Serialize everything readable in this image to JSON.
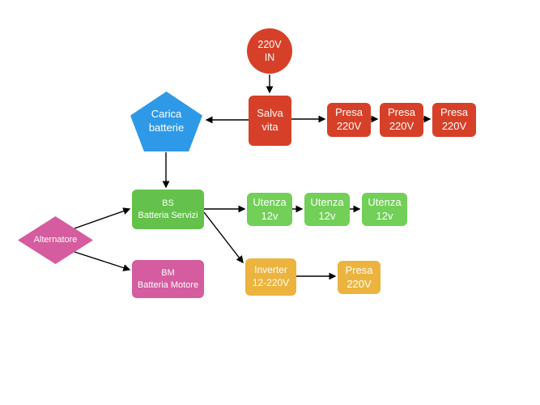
{
  "diagram": {
    "nodes": {
      "input_220v": {
        "label": "220V\nIN",
        "color": "#d74028",
        "shape": "circle"
      },
      "salva_vita": {
        "label": "Salva\nvita",
        "color": "#d74028",
        "shape": "rect"
      },
      "carica_batterie": {
        "label": "Carica\nbatterie",
        "color": "#2e99e7",
        "shape": "pentagon"
      },
      "presa_220v_1": {
        "label": "Presa\n220V",
        "color": "#d74028",
        "shape": "rect"
      },
      "presa_220v_2": {
        "label": "Presa\n220V",
        "color": "#d74028",
        "shape": "rect"
      },
      "presa_220v_3": {
        "label": "Presa\n220V",
        "color": "#d74028",
        "shape": "rect"
      },
      "bs_batteria_servizi": {
        "label": "BS\nBatteria Servizi",
        "color": "#64c24c",
        "shape": "rect"
      },
      "utenza_12v_1": {
        "label": "Utenza\n12v",
        "color": "#72cf58",
        "shape": "rect"
      },
      "utenza_12v_2": {
        "label": "Utenza\n12v",
        "color": "#72cf58",
        "shape": "rect"
      },
      "utenza_12v_3": {
        "label": "Utenza\n12v",
        "color": "#72cf58",
        "shape": "rect"
      },
      "alternatore": {
        "label": "Alternatore",
        "color": "#d45c9f",
        "shape": "diamond"
      },
      "bm_batteria_motore": {
        "label": "BM\nBatteria Motore",
        "color": "#d45c9f",
        "shape": "rect"
      },
      "inverter_12_220v": {
        "label": "Inverter\n12-220V",
        "color": "#ecb43e",
        "shape": "rect"
      },
      "presa_220v_inverter": {
        "label": "Presa\n220V",
        "color": "#ecb43e",
        "shape": "rect"
      }
    },
    "edges": [
      {
        "from": "input_220v",
        "to": "salva_vita"
      },
      {
        "from": "salva_vita",
        "to": "carica_batterie"
      },
      {
        "from": "salva_vita",
        "to": "presa_220v_1"
      },
      {
        "from": "presa_220v_1",
        "to": "presa_220v_2"
      },
      {
        "from": "presa_220v_2",
        "to": "presa_220v_3"
      },
      {
        "from": "carica_batterie",
        "to": "bs_batteria_servizi"
      },
      {
        "from": "alternatore",
        "to": "bs_batteria_servizi"
      },
      {
        "from": "alternatore",
        "to": "bm_batteria_motore"
      },
      {
        "from": "bs_batteria_servizi",
        "to": "utenza_12v_1"
      },
      {
        "from": "utenza_12v_1",
        "to": "utenza_12v_2"
      },
      {
        "from": "utenza_12v_2",
        "to": "utenza_12v_3"
      },
      {
        "from": "bs_batteria_servizi",
        "to": "inverter_12_220v"
      },
      {
        "from": "inverter_12_220v",
        "to": "presa_220v_inverter"
      }
    ],
    "colors": {
      "background": "#ffffff",
      "arrow": "#000000",
      "text": "#ffffff"
    }
  }
}
